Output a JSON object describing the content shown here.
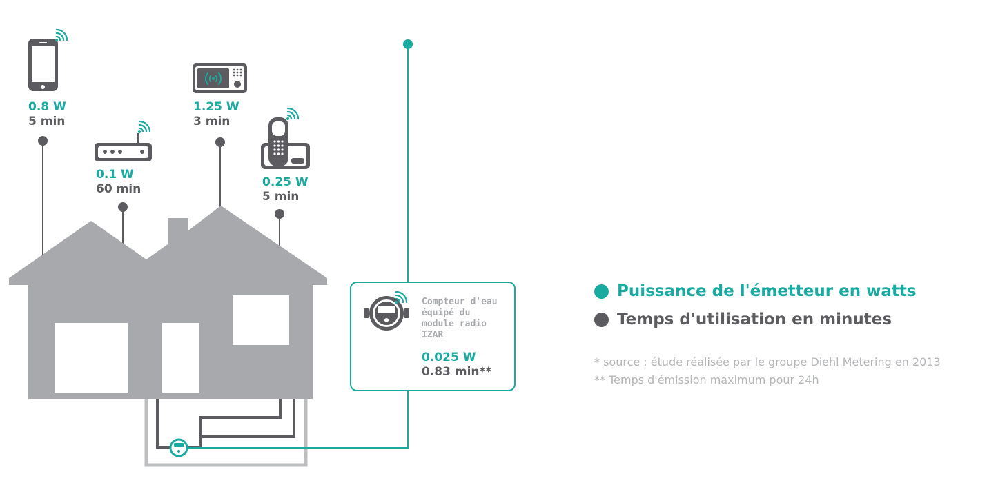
{
  "colors": {
    "teal": "#1aaba0",
    "dark_gray": "#5c5c60",
    "house_gray": "#a7a9ac",
    "note_gray": "#b4b6b8"
  },
  "devices": {
    "smartphone": {
      "icon": "smartphone-icon",
      "power": "0.8 W",
      "time": "5 min"
    },
    "router": {
      "icon": "router-icon",
      "power": "0.1 W",
      "time": "60 min"
    },
    "microwave": {
      "icon": "microwave-icon",
      "power": "1.25 W",
      "time": "3 min"
    },
    "cordless_phone": {
      "icon": "cordless-phone-icon",
      "power": "0.25 W",
      "time": "5 min"
    }
  },
  "meter": {
    "icon": "water-meter-icon",
    "description_lines": [
      "Compteur d'eau",
      "équipé du",
      "module radio",
      "IZAR"
    ],
    "power": "0.025 W",
    "time": "0.83 min**"
  },
  "legend": {
    "power": "Puissance de l'émetteur en watts",
    "time": "Temps d'utilisation en minutes"
  },
  "notes": {
    "source": "* source : étude réalisée par le groupe Diehl Metering en 2013",
    "emission": "** Temps d'émission maximum pour 24h"
  }
}
